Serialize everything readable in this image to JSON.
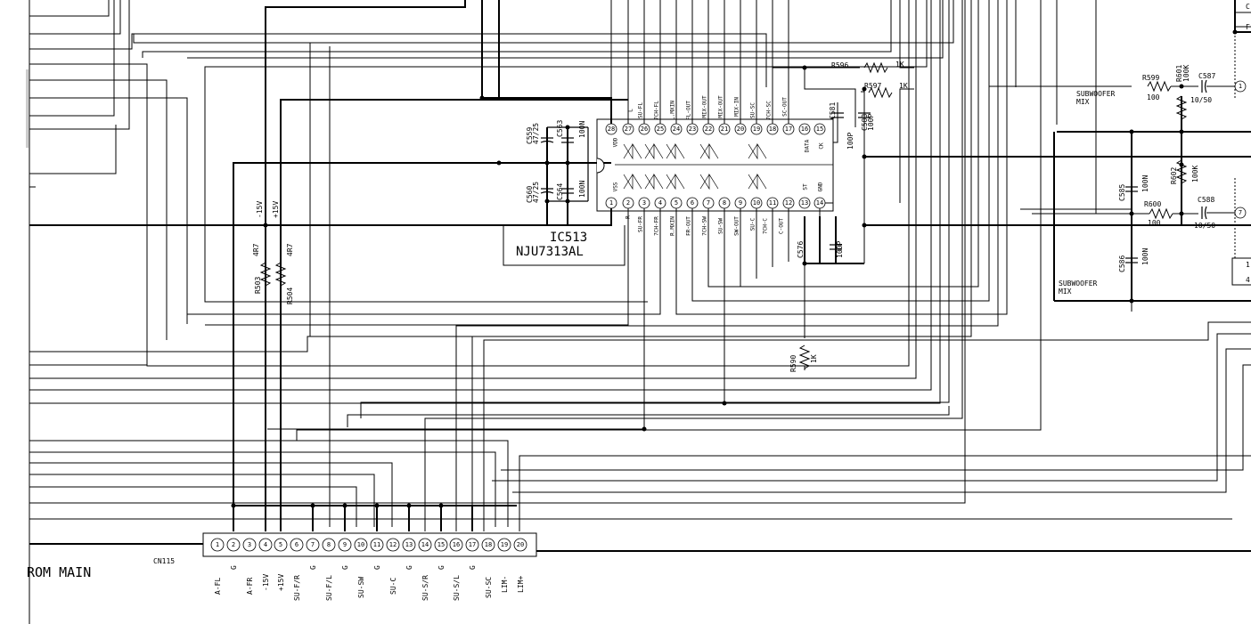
{
  "ic": {
    "ref": "IC513",
    "part": "NJU7313AL",
    "top_pins": [
      {
        "n": "28",
        "name": "VDD"
      },
      {
        "n": "27",
        "name": "L"
      },
      {
        "n": "26",
        "name": "SU-FL"
      },
      {
        "n": "25",
        "name": "7CH-FL"
      },
      {
        "n": "24",
        "name": "L.MXIN"
      },
      {
        "n": "23",
        "name": "FL-OUT"
      },
      {
        "n": "22",
        "name": "MIX-OUT"
      },
      {
        "n": "21",
        "name": "MIX-OUT"
      },
      {
        "n": "20",
        "name": "MIX-IN"
      },
      {
        "n": "19",
        "name": "SU-SC"
      },
      {
        "n": "18",
        "name": "7CH-SC"
      },
      {
        "n": "17",
        "name": "SC-OUT"
      },
      {
        "n": "16",
        "name": "DATA"
      },
      {
        "n": "15",
        "name": "CK"
      }
    ],
    "bottom_pins": [
      {
        "n": "1",
        "name": "VSS"
      },
      {
        "n": "2",
        "name": "R"
      },
      {
        "n": "3",
        "name": "SU-FR"
      },
      {
        "n": "4",
        "name": "7CH-FR"
      },
      {
        "n": "5",
        "name": "R.MXIN"
      },
      {
        "n": "6",
        "name": "FR-OUT"
      },
      {
        "n": "7",
        "name": "7CH-SW"
      },
      {
        "n": "8",
        "name": "SU-SW"
      },
      {
        "n": "9",
        "name": "SW-OUT"
      },
      {
        "n": "10",
        "name": "SU-C"
      },
      {
        "n": "11",
        "name": "7CH-C"
      },
      {
        "n": "12",
        "name": "C-OUT"
      },
      {
        "n": "13",
        "name": "ST"
      },
      {
        "n": "14",
        "name": "GND"
      }
    ]
  },
  "connector": {
    "ref": "CN115",
    "caption": "ROM MAIN",
    "pins": [
      {
        "n": "1",
        "name": "A-FL"
      },
      {
        "n": "2",
        "name": "G"
      },
      {
        "n": "3",
        "name": "A-FR"
      },
      {
        "n": "4",
        "name": "-15V"
      },
      {
        "n": "5",
        "name": "+15V"
      },
      {
        "n": "6",
        "name": "SU-F/R"
      },
      {
        "n": "7",
        "name": "G"
      },
      {
        "n": "8",
        "name": "SU-F/L"
      },
      {
        "n": "9",
        "name": "G"
      },
      {
        "n": "10",
        "name": "SU-SW"
      },
      {
        "n": "11",
        "name": "G"
      },
      {
        "n": "12",
        "name": "SU-C"
      },
      {
        "n": "13",
        "name": "G"
      },
      {
        "n": "14",
        "name": "SU-S/R"
      },
      {
        "n": "15",
        "name": "G"
      },
      {
        "n": "16",
        "name": "SU-S/L"
      },
      {
        "n": "17",
        "name": "G"
      },
      {
        "n": "18",
        "name": "SU-SC"
      },
      {
        "n": "19",
        "name": "LIM-"
      },
      {
        "n": "20",
        "name": "LIM+"
      }
    ]
  },
  "components": {
    "c559_ref": "C559",
    "c559_val": "47/25",
    "c563_ref": "C563",
    "c563_val": "100N",
    "c560_ref": "C560",
    "c560_val": "47/25",
    "c564_ref": "C564",
    "c564_val": "100N",
    "r503_ref": "R503",
    "r503_val": "4R7",
    "r504_ref": "R504",
    "r504_val": "4R7",
    "neg_rail": "-15V",
    "pos_rail": "+15V",
    "r596_ref": "R596",
    "r596_val": "1K",
    "r597_ref": "R597",
    "r597_val": "1K",
    "c581_ref": "C581",
    "c581_val": "100P",
    "c583_ref": "C583",
    "c583_val": "100P",
    "c576_ref": "C576",
    "c576_val": "100P",
    "r590_ref": "R590",
    "r590_val": "1K",
    "r599_ref": "R599",
    "r599_val": "100",
    "r601_ref": "R601",
    "r601_val": "100K",
    "c587_ref": "C587",
    "c587_val": "10/50",
    "c585_ref": "C585",
    "c585_val": "100N",
    "r602_ref": "R602",
    "r602_val": "100K",
    "c588_ref": "C588",
    "c588_val": "10/50",
    "r600_ref": "R600",
    "r600_val": "100",
    "c586_ref": "C586",
    "c586_val": "100N",
    "sub_mix_1a": "SUBWOOFER",
    "sub_mix_1b": "MIX",
    "sub_mix_2a": "SUBWOOFER",
    "sub_mix_2b": "MIX",
    "edge_f": "F",
    "edge_c": "C",
    "edge_1": "1",
    "edge_7": "7",
    "edge_1b": "1",
    "edge_4": "4"
  }
}
